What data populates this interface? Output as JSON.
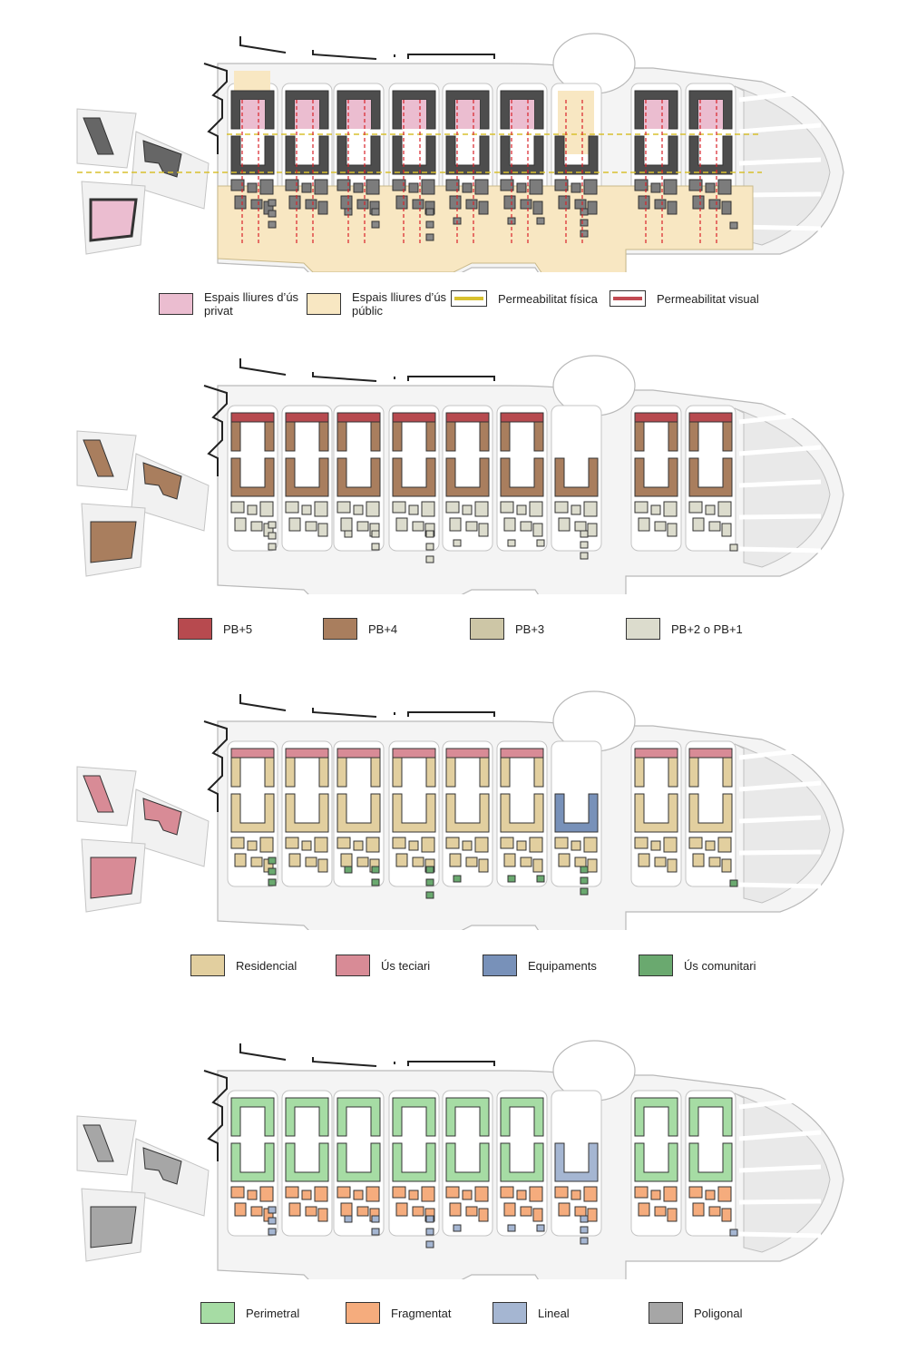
{
  "panels": [
    {
      "id": "open-spaces",
      "legend": [
        {
          "kind": "fill",
          "label": "Espais lliures d’ús\nprivat",
          "color": "#ebbdd0"
        },
        {
          "kind": "fill",
          "label": "Espais lliures d’ús\npúblic",
          "color": "#f8e7c2"
        },
        {
          "kind": "line",
          "label": "Permeabilitat física",
          "color": "#d8c02e"
        },
        {
          "kind": "line",
          "label": "Permeabilitat visual",
          "color": "#c14a52"
        }
      ]
    },
    {
      "id": "heights",
      "legend": [
        {
          "kind": "fill",
          "label": "PB+5",
          "color": "#b74a4f"
        },
        {
          "kind": "fill",
          "label": "PB+4",
          "color": "#a97e5e"
        },
        {
          "kind": "fill",
          "label": "PB+3",
          "color": "#cdc6a6"
        },
        {
          "kind": "fill",
          "label": "PB+2 o PB+1",
          "color": "#dcdccd"
        }
      ]
    },
    {
      "id": "uses",
      "legend": [
        {
          "kind": "fill",
          "label": "Residencial",
          "color": "#e2cf9f"
        },
        {
          "kind": "fill",
          "label": "Ús teciari",
          "color": "#d88b96"
        },
        {
          "kind": "fill",
          "label": "Equipaments",
          "color": "#7891b9"
        },
        {
          "kind": "fill",
          "label": "Ús comunitari",
          "color": "#6aa96f"
        }
      ]
    },
    {
      "id": "typology",
      "legend": [
        {
          "kind": "fill",
          "label": "Perimetral",
          "color": "#a6dca4"
        },
        {
          "kind": "fill",
          "label": "Fragmentat",
          "color": "#f5ac7d"
        },
        {
          "kind": "fill",
          "label": "Lineal",
          "color": "#a5b6d2"
        },
        {
          "kind": "fill",
          "label": "Poligonal",
          "color": "#a6a6a6"
        }
      ]
    }
  ]
}
